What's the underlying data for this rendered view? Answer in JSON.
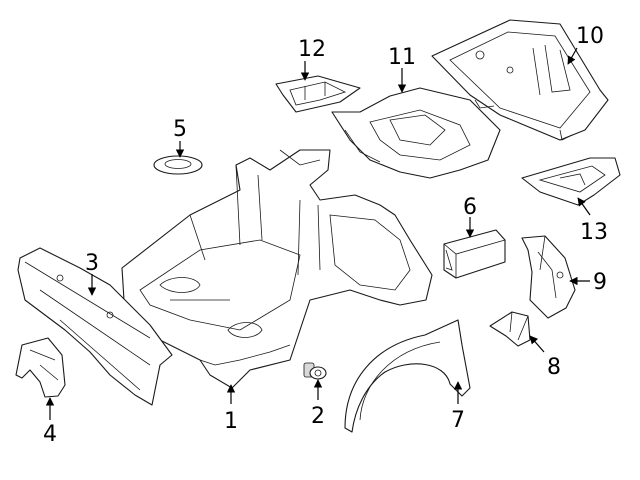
{
  "callouts": [
    {
      "id": "c1",
      "label": "1"
    },
    {
      "id": "c2",
      "label": "2"
    },
    {
      "id": "c3",
      "label": "3"
    },
    {
      "id": "c4",
      "label": "4"
    },
    {
      "id": "c5",
      "label": "5"
    },
    {
      "id": "c6",
      "label": "6"
    },
    {
      "id": "c7",
      "label": "7"
    },
    {
      "id": "c8",
      "label": "8"
    },
    {
      "id": "c9",
      "label": "9"
    },
    {
      "id": "c10",
      "label": "10"
    },
    {
      "id": "c11",
      "label": "11"
    },
    {
      "id": "c12",
      "label": "12"
    },
    {
      "id": "c13",
      "label": "13"
    }
  ],
  "colors": {
    "line": "#1a1a1a",
    "background": "#ffffff"
  }
}
